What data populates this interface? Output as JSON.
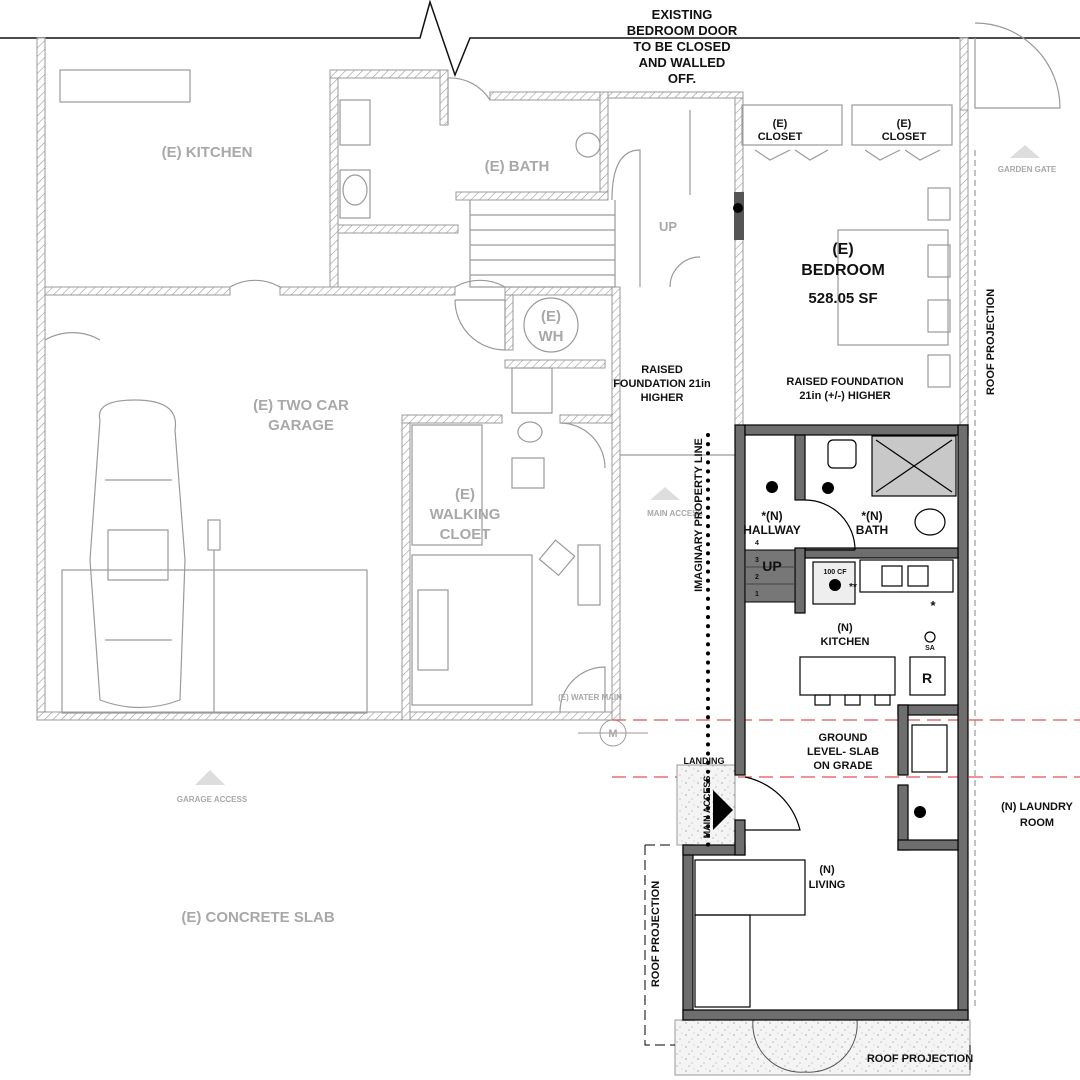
{
  "labels": {
    "existing_door_note": [
      "EXISTING",
      "BEDROOM DOOR",
      "TO BE CLOSED",
      "AND WALLED",
      "OFF."
    ],
    "existing_kitchen": [
      "(E) KITCHEN"
    ],
    "existing_bath": [
      "(E) BATH"
    ],
    "closet_1": [
      "(E)",
      "CLOSET"
    ],
    "closet_2": [
      "(E)",
      "CLOSET"
    ],
    "garden_gate": [
      "GARDEN GATE"
    ],
    "stair_up_existing": [
      "UP"
    ],
    "existing_bedroom": [
      "(E)",
      "BEDROOM"
    ],
    "bedroom_area": [
      "528.05 SF"
    ],
    "water_heater": [
      "(E)",
      "WH"
    ],
    "roof_projection_right": [
      "ROOF PROJECTION"
    ],
    "raised_foundation_1": [
      "RAISED",
      "FOUNDATION 21in",
      "HIGHER"
    ],
    "raised_foundation_2": [
      "RAISED FOUNDATION",
      "21in (+/-) HIGHER"
    ],
    "two_car_garage": [
      "(E) TWO CAR",
      "GARAGE"
    ],
    "walking_closet": [
      "(E)",
      "WALKING",
      "CLOET"
    ],
    "main_access_upper": [
      "MAIN ACCESS"
    ],
    "property_line": [
      "IMAGINARY PROPERTY LINE"
    ],
    "new_hallway": [
      "*(N)",
      "HALLWAY"
    ],
    "new_bath": [
      "*(N)",
      "BATH"
    ],
    "stair_steps": [
      "4",
      "3",
      "2",
      "1"
    ],
    "stair_up_new": [
      "UP"
    ],
    "range_capacity": [
      "100 CF"
    ],
    "range_note": [
      "**"
    ],
    "new_kitchen": [
      "(N)",
      "KITCHEN"
    ],
    "smoke_alarm_star": [
      "*"
    ],
    "smoke_alarm": [
      "SA"
    ],
    "refrigerator": [
      "R"
    ],
    "water_main": [
      "(E) WATER MAIN"
    ],
    "meter": [
      "M"
    ],
    "ground_level": [
      "GROUND",
      "LEVEL- SLAB",
      "ON GRADE"
    ],
    "landing": [
      "LANDING"
    ],
    "main_access_landing": [
      "MAIN ACCESS"
    ],
    "garage_access": [
      "GARAGE ACCESS"
    ],
    "laundry_room": [
      "(N) LAUNDRY",
      "ROOM"
    ],
    "new_living": [
      "(N)",
      "LIVING"
    ],
    "concrete_slab": [
      "(E) CONCRETE SLAB"
    ],
    "roof_projection_left": [
      "ROOF PROJECTION"
    ],
    "roof_projection_bottom": [
      "ROOF PROJECTION"
    ]
  },
  "colors": {
    "existing_wall": "#9a9a9a",
    "new_wall": "#6e6e6e",
    "existing_text": "#a8a8a8",
    "new_text": "#111111",
    "property_offset_line": "#e05555"
  }
}
